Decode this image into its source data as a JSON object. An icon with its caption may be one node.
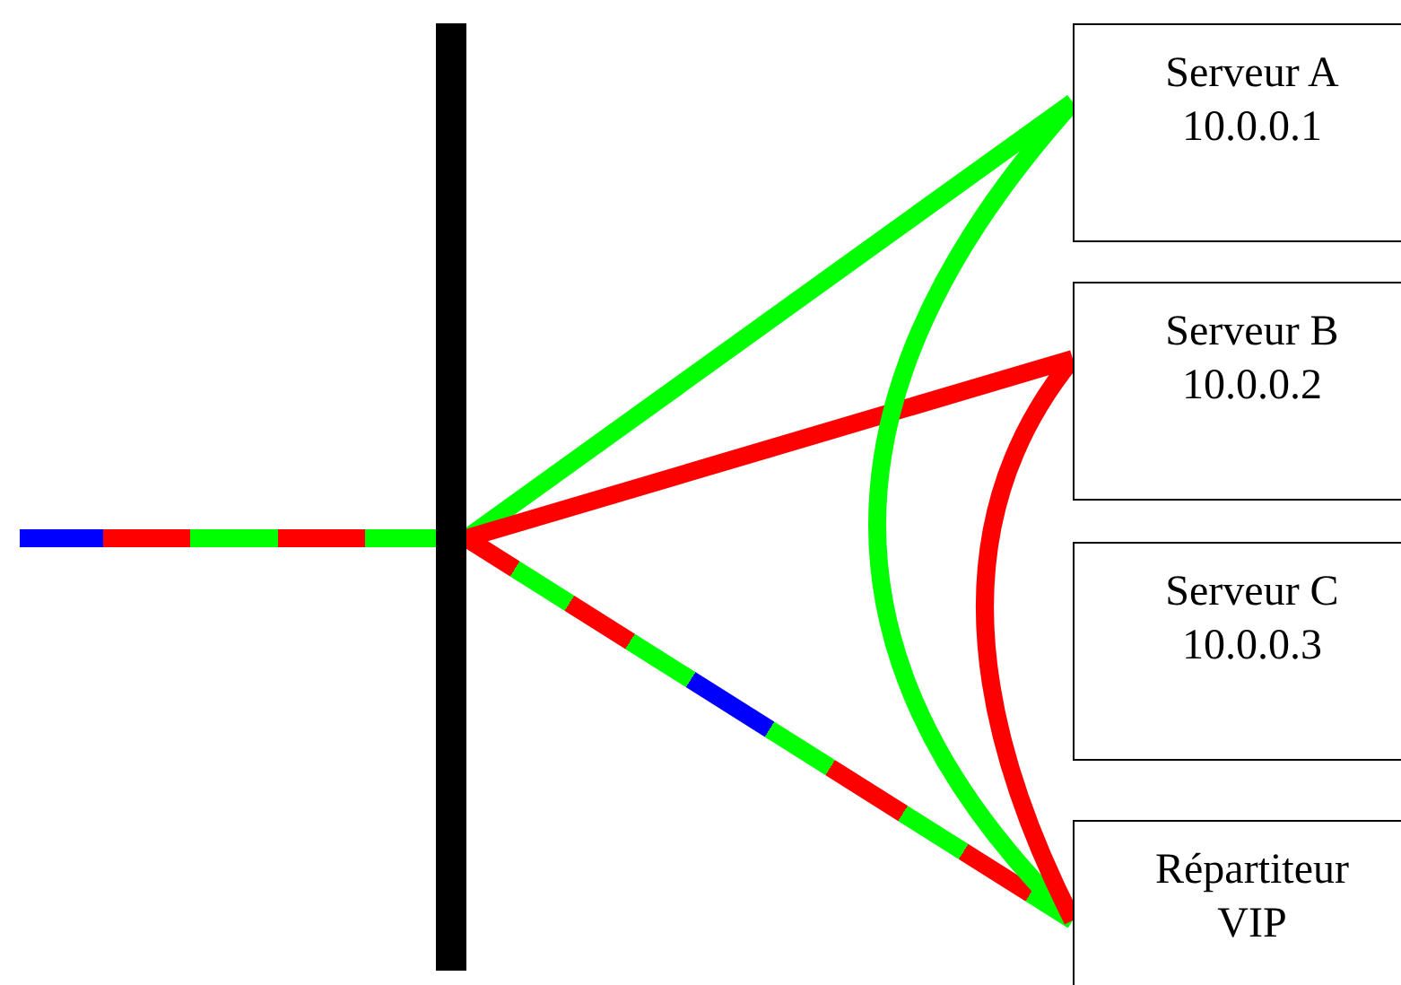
{
  "diagram": {
    "nodes": [
      {
        "text": [],
        "shape": "bar"
      },
      {
        "text": [
          "Serveur A",
          "10.0.0.1"
        ]
      },
      {
        "text": [
          "Serveur B",
          "10.0.0.2"
        ]
      },
      {
        "text": [
          "Serveur C",
          "10.0.0.3"
        ]
      },
      {
        "text": [
          "Répartiteur",
          "VIP"
        ]
      }
    ],
    "edges": [
      {
        "from": null,
        "to": 0,
        "arrow": "none",
        "style": "dashed"
      },
      {
        "from": 0,
        "to": 1,
        "arrow": "none",
        "color": "#00ff00"
      },
      {
        "from": 0,
        "to": 2,
        "arrow": "none",
        "color": "#ff0000"
      },
      {
        "from": 0,
        "to": 4,
        "arrow": "none",
        "style": "dashed"
      },
      {
        "from": 1,
        "to": 4,
        "arrow": "none",
        "color": "#00ff00"
      },
      {
        "from": 2,
        "to": 4,
        "arrow": "none",
        "color": "#ff0000"
      }
    ]
  }
}
